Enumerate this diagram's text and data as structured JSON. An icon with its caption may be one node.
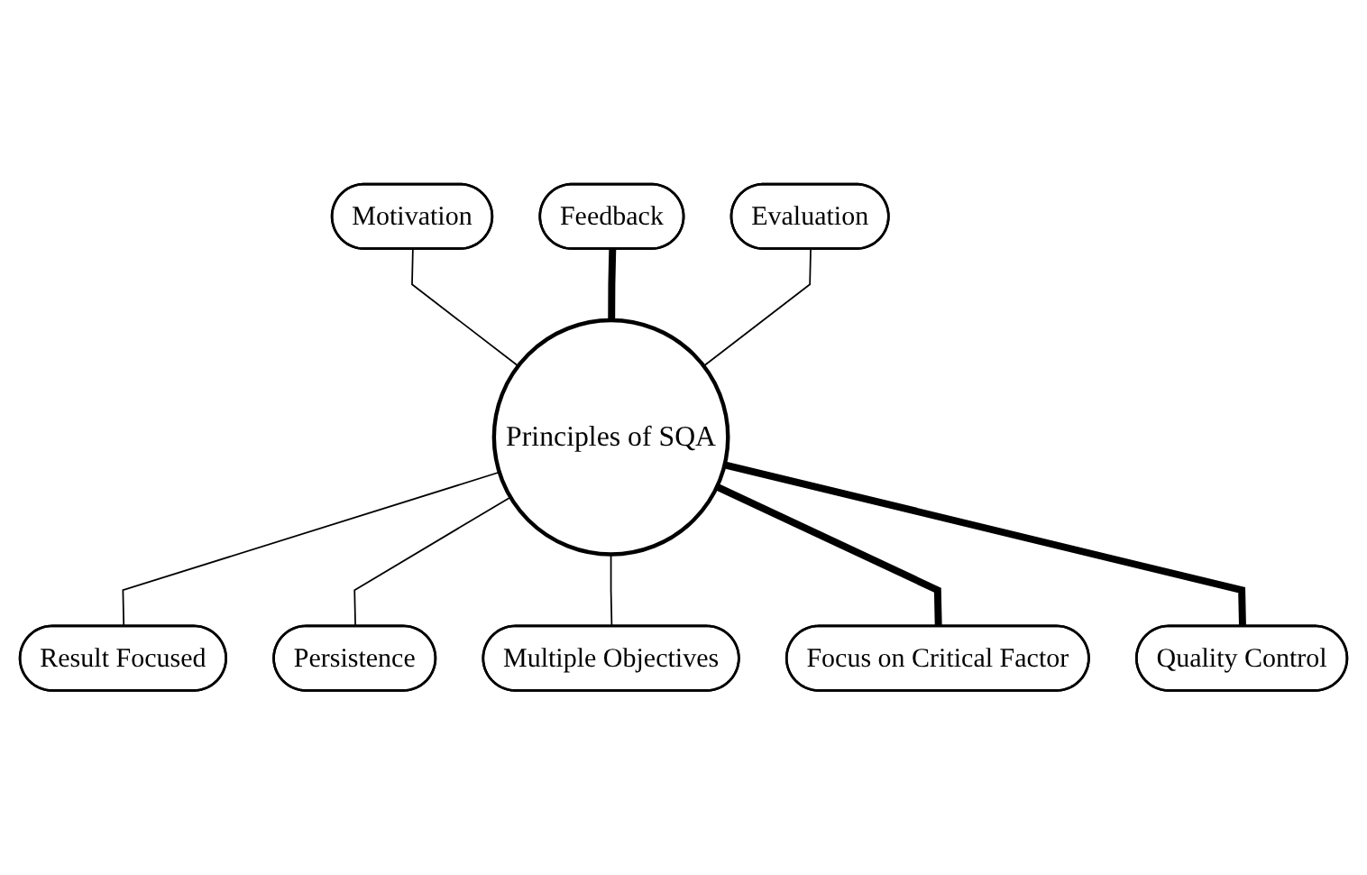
{
  "diagram": {
    "nodes": [
      {
        "text": [
          "Motivation"
        ]
      },
      {
        "text": [
          "Feedback"
        ]
      },
      {
        "text": [
          "Evaluation"
        ]
      },
      {
        "text": [
          "Principles of SQA"
        ]
      },
      {
        "text": [
          "Result Focused"
        ]
      },
      {
        "text": [
          "Persistence"
        ]
      },
      {
        "text": [
          "Multiple Objectives"
        ]
      },
      {
        "text": [
          "Focus on Critical Factor"
        ]
      },
      {
        "text": [
          "Quality Control"
        ]
      }
    ],
    "edges": [
      {
        "from": 0,
        "to": 3,
        "arrow": "none"
      },
      {
        "from": 1,
        "to": 3,
        "arrow": "none",
        "style": "thick"
      },
      {
        "from": 2,
        "to": 3,
        "arrow": "none"
      },
      {
        "from": 3,
        "to": 4,
        "arrow": "none"
      },
      {
        "from": 3,
        "to": 5,
        "arrow": "none"
      },
      {
        "from": 3,
        "to": 6,
        "arrow": "none"
      },
      {
        "from": 3,
        "to": 7,
        "arrow": "none",
        "style": "thick"
      },
      {
        "from": 3,
        "to": 8,
        "arrow": "none",
        "style": "thick"
      }
    ]
  }
}
